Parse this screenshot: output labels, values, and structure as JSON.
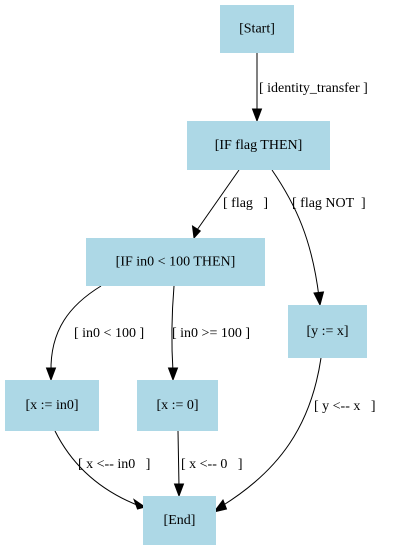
{
  "diagram": {
    "nodes": {
      "start": {
        "label": "[Start]"
      },
      "if_flag": {
        "label": "[IF flag THEN]"
      },
      "if_in0": {
        "label": "[IF in0 < 100 THEN]"
      },
      "y_assign": {
        "label": "[y := x]"
      },
      "x_in0": {
        "label": "[x := in0]"
      },
      "x_zero": {
        "label": "[x := 0]"
      },
      "end": {
        "label": "[End]"
      }
    },
    "edges": {
      "start_to_if_flag": {
        "label": "[ identity_transfer ]"
      },
      "if_flag_to_if_in0": {
        "label": "[ flag   ]"
      },
      "if_flag_to_y_assign": {
        "label": "[ flag NOT  ]"
      },
      "if_in0_to_x_in0": {
        "label": "[ in0 < 100 ]"
      },
      "if_in0_to_x_zero": {
        "label": "[ in0 >= 100 ]"
      },
      "y_assign_to_end": {
        "label": "[ y <-- x   ]"
      },
      "x_in0_to_end": {
        "label": "[ x <-- in0   ]"
      },
      "x_zero_to_end": {
        "label": "[ x <-- 0   ]"
      }
    }
  },
  "colors": {
    "node_fill": "#add8e6",
    "edge": "#000000",
    "text": "#000000",
    "background": "#ffffff"
  }
}
